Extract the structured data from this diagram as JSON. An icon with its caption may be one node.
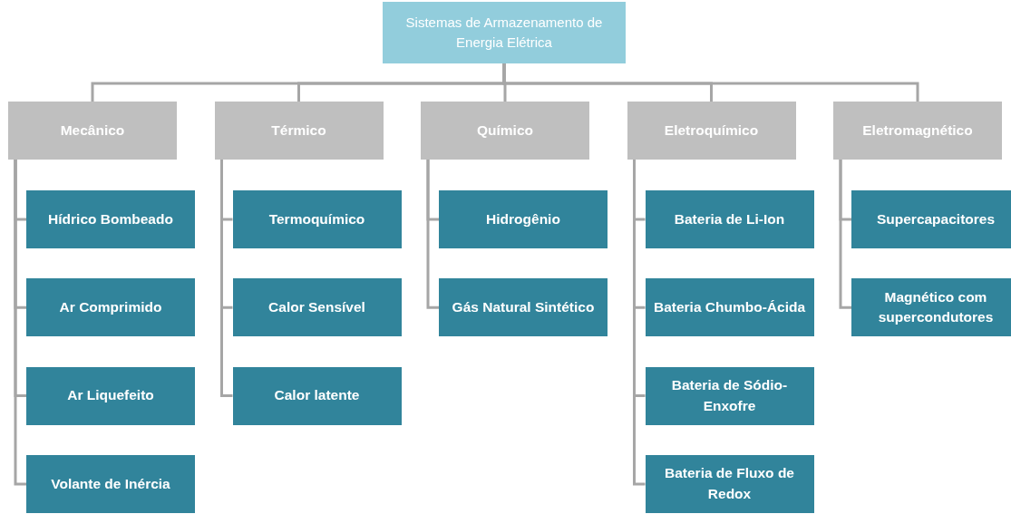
{
  "diagram": {
    "nodes": [
      {
        "text": [
          "Sistemas de Armazenamento de Energia Elétrica"
        ]
      },
      {
        "text": [
          "Mecânico"
        ]
      },
      {
        "text": [
          "Hídrico Bombeado"
        ]
      },
      {
        "text": [
          "Ar Comprimido"
        ]
      },
      {
        "text": [
          "Ar Liquefeito"
        ]
      },
      {
        "text": [
          "Volante de Inércia"
        ]
      },
      {
        "text": [
          "Térmico"
        ]
      },
      {
        "text": [
          "Termoquímico"
        ]
      },
      {
        "text": [
          "Calor Sensível"
        ]
      },
      {
        "text": [
          "Calor latente"
        ]
      },
      {
        "text": [
          "Químico"
        ]
      },
      {
        "text": [
          "Hidrogênio"
        ]
      },
      {
        "text": [
          "Gás Natural Sintético"
        ]
      },
      {
        "text": [
          "Eletroquímico"
        ]
      },
      {
        "text": [
          "Bateria de Li-Ion"
        ]
      },
      {
        "text": [
          "Bateria Chumbo-Ácida"
        ]
      },
      {
        "text": [
          "Bateria de Sódio-Enxofre"
        ]
      },
      {
        "text": [
          "Bateria de Fluxo de Redox"
        ]
      },
      {
        "text": [
          "Eletromagnético"
        ]
      },
      {
        "text": [
          "Supercapacitores"
        ]
      },
      {
        "text": [
          "Magnético com supercondutores"
        ]
      }
    ],
    "edges": [
      {
        "from": 0,
        "to": 1,
        "arrow": "none"
      },
      {
        "from": 0,
        "to": 6,
        "arrow": "none"
      },
      {
        "from": 0,
        "to": 10,
        "arrow": "none"
      },
      {
        "from": 0,
        "to": 13,
        "arrow": "none"
      },
      {
        "from": 0,
        "to": 18,
        "arrow": "none"
      },
      {
        "from": 1,
        "to": 2,
        "arrow": "none"
      },
      {
        "from": 1,
        "to": 3,
        "arrow": "none"
      },
      {
        "from": 1,
        "to": 4,
        "arrow": "none"
      },
      {
        "from": 1,
        "to": 5,
        "arrow": "none"
      },
      {
        "from": 6,
        "to": 7,
        "arrow": "none"
      },
      {
        "from": 6,
        "to": 8,
        "arrow": "none"
      },
      {
        "from": 6,
        "to": 9,
        "arrow": "none"
      },
      {
        "from": 10,
        "to": 11,
        "arrow": "none"
      },
      {
        "from": 10,
        "to": 12,
        "arrow": "none"
      },
      {
        "from": 13,
        "to": 14,
        "arrow": "none"
      },
      {
        "from": 13,
        "to": 15,
        "arrow": "none"
      },
      {
        "from": 13,
        "to": 16,
        "arrow": "none"
      },
      {
        "from": 13,
        "to": 17,
        "arrow": "none"
      },
      {
        "from": 18,
        "to": 19,
        "arrow": "none"
      },
      {
        "from": 18,
        "to": 20,
        "arrow": "none"
      }
    ]
  }
}
